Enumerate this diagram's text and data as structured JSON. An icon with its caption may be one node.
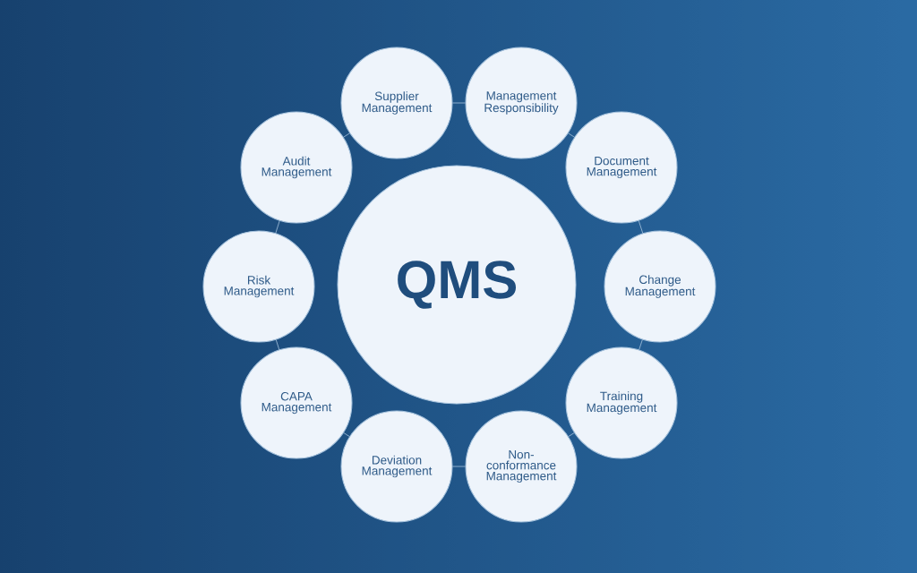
{
  "diagram": {
    "nodes": [
      {
        "text": [
          "QMS"
        ]
      },
      {
        "text": [
          "Supplier Management"
        ]
      },
      {
        "text": [
          "Management Responsibility"
        ]
      },
      {
        "text": [
          "Document Management"
        ]
      },
      {
        "text": [
          "Change Management"
        ]
      },
      {
        "text": [
          "Training Management"
        ]
      },
      {
        "text": [
          "Non-conformance Management"
        ]
      },
      {
        "text": [
          "Deviation Management"
        ]
      },
      {
        "text": [
          "CAPA Management"
        ]
      },
      {
        "text": [
          "Risk Management"
        ]
      },
      {
        "text": [
          "Audit Management"
        ]
      }
    ],
    "edges": [
      {
        "from": 1,
        "to": 2,
        "arrow": "none"
      },
      {
        "from": 2,
        "to": 3,
        "arrow": "none"
      },
      {
        "from": 3,
        "to": 4,
        "arrow": "none"
      },
      {
        "from": 4,
        "to": 5,
        "arrow": "none"
      },
      {
        "from": 5,
        "to": 6,
        "arrow": "none"
      },
      {
        "from": 6,
        "to": 7,
        "arrow": "none"
      },
      {
        "from": 7,
        "to": 8,
        "arrow": "none"
      },
      {
        "from": 8,
        "to": 9,
        "arrow": "none"
      },
      {
        "from": 9,
        "to": 10,
        "arrow": "none"
      },
      {
        "from": 10,
        "to": 1,
        "arrow": "none"
      }
    ]
  }
}
